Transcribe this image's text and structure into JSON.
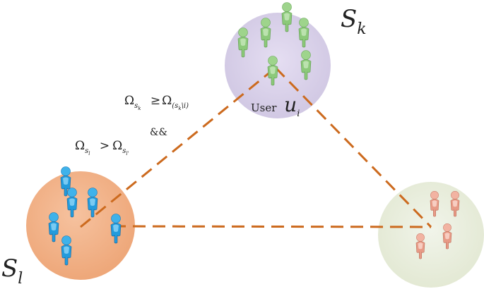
{
  "labels": {
    "sk_main": "S",
    "sk_sub": "k",
    "sl_main": "S",
    "sl_sub": "l",
    "user_word": "User",
    "user_var": "u",
    "user_sub": "i",
    "omega": "Ω",
    "ge_symbol": "≥",
    "gt_symbol": ">",
    "cond1_sub_left": "s",
    "cond1_sub_left_sub": "k",
    "cond1_sub_right": "(s",
    "cond1_sub_right_sub": "k",
    "cond1_sub_right_tail": "\\i)",
    "cond2_sub_left": "s",
    "cond2_sub_left_sub": "l",
    "cond2_sub_right": "s",
    "cond2_sub_right_sub": "l'",
    "and_symbol": "&&"
  },
  "colors": {
    "circle_k": "#d9d3ea",
    "circle_l": "#f1b38a",
    "circle_right": "#e9eedd",
    "dash_line": "#cc6a1e",
    "users_k": "#8fcf7a",
    "users_l": "#2ea0dc",
    "users_right": "#e79a86"
  },
  "icons": {
    "group_k": "person-icon",
    "group_l": "person-icon",
    "group_right": "person-icon"
  }
}
